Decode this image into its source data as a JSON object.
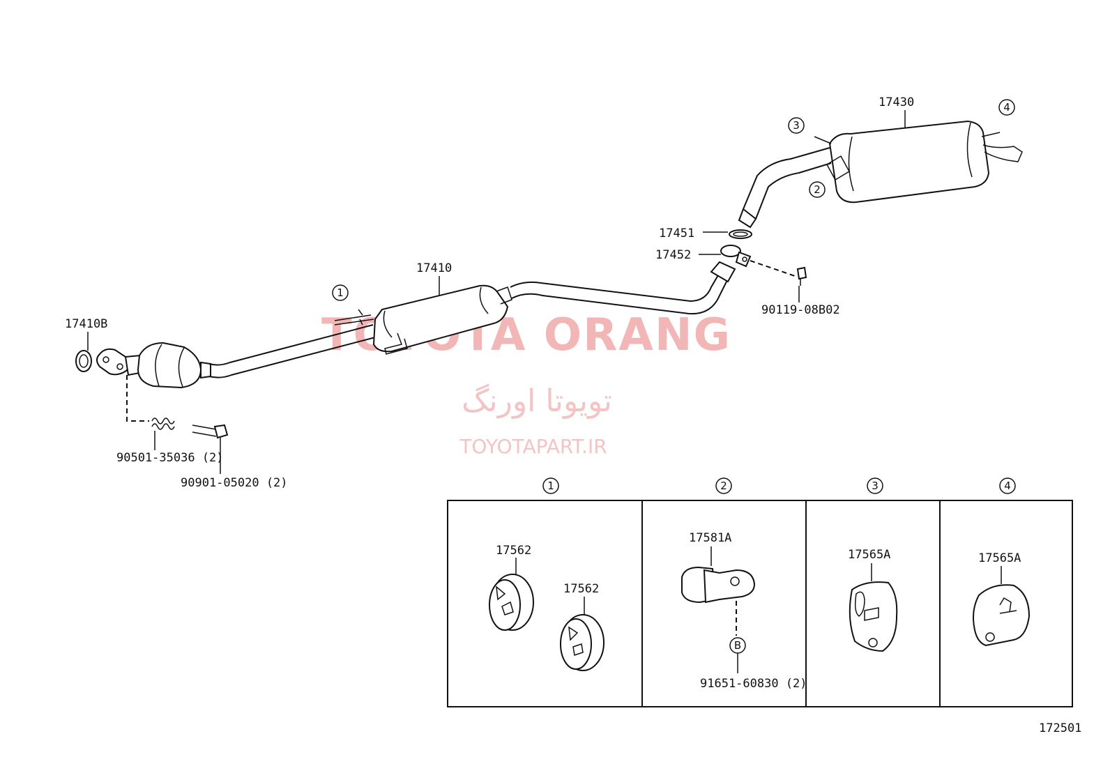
{
  "watermark": {
    "brand": "TOYOTA ORANG",
    "brand_fa": "تویوتا اورنگ",
    "site": "TOYOTAPART.IR"
  },
  "parts": {
    "gasket_front": "17410B",
    "front_pipe": "17410",
    "tailpipe_muffler": "17430",
    "gasket_ring": "17451",
    "clamp": "17452",
    "bolt_clamp": "90119-08B02",
    "spring": "90501-35036 (2)",
    "bolt_front": "90901-05020 (2)"
  },
  "callouts": [
    "1",
    "2",
    "3",
    "4"
  ],
  "detail_panels": [
    {
      "callout": "1",
      "labels": [
        "17562",
        "17562"
      ]
    },
    {
      "callout": "2",
      "labels": [
        "17581A"
      ],
      "sub_callout": "B",
      "sub_label": "91651-60830 (2)"
    },
    {
      "callout": "3",
      "labels": [
        "17565A"
      ]
    },
    {
      "callout": "4",
      "labels": [
        "17565A"
      ]
    }
  ],
  "diagram_ref": "172501"
}
